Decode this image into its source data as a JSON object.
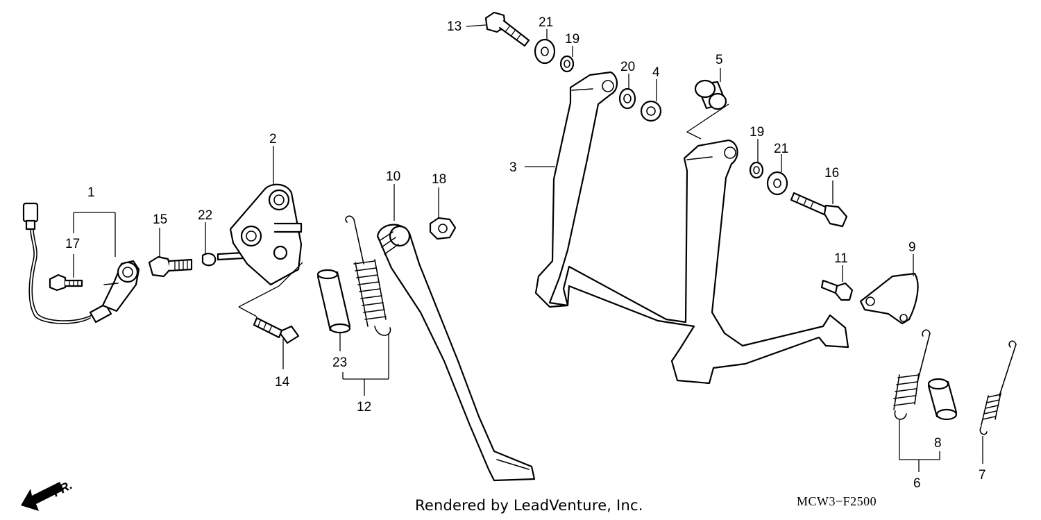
{
  "diagram": {
    "callouts": [
      "1",
      "2",
      "3",
      "4",
      "5",
      "6",
      "7",
      "8",
      "9",
      "10",
      "11",
      "12",
      "13",
      "14",
      "15",
      "16",
      "17",
      "18",
      "19",
      "19",
      "20",
      "21",
      "21",
      "22",
      "23"
    ],
    "direction_label": "FR.",
    "credit": "Rendered by LeadVenture, Inc.",
    "drawing_code": "MCW3−F2500"
  }
}
